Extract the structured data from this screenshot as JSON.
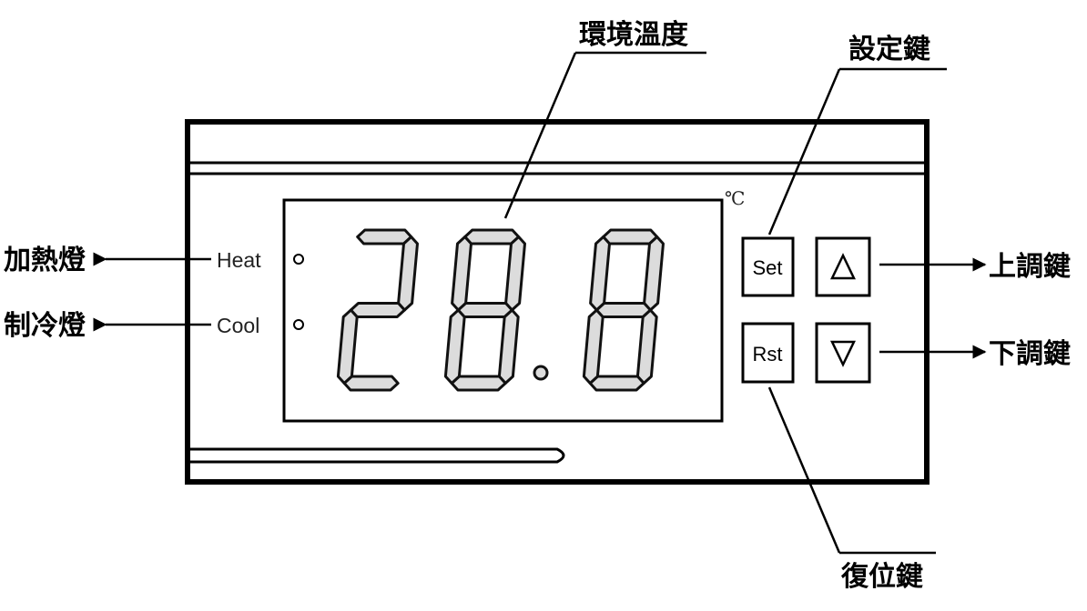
{
  "display": {
    "reading": "28.8",
    "unit": "℃"
  },
  "indicators": {
    "heat_label": "Heat",
    "cool_label": "Cool"
  },
  "buttons": {
    "set": "Set",
    "rst": "Rst",
    "up_glyph": "△",
    "down_glyph": "▽"
  },
  "callouts": {
    "ambient_temp": "環境溫度",
    "set_key": "設定鍵",
    "heat_lamp": "加熱燈",
    "cool_lamp": "制冷燈",
    "up_key": "上調鍵",
    "down_key": "下調鍵",
    "reset_key": "復位鍵"
  }
}
